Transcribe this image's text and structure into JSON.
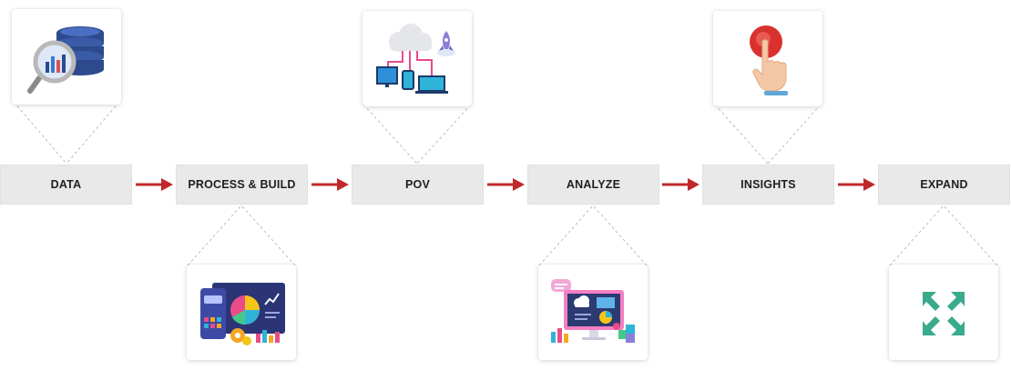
{
  "steps": [
    {
      "label": "DATA"
    },
    {
      "label": "PROCESS & BUILD"
    },
    {
      "label": "POV"
    },
    {
      "label": "ANALYZE"
    },
    {
      "label": "INSIGHTS"
    },
    {
      "label": "EXPAND"
    }
  ],
  "icons": {
    "data": "database-search-icon",
    "process_build": "dashboard-charts-icon",
    "pov": "cloud-network-rocket-icon",
    "analyze": "analytics-monitor-icon",
    "insights": "finger-press-button-icon",
    "expand": "expand-arrows-icon"
  },
  "colors": {
    "arrow": "#c0282b",
    "step_fill": "#e9e9e9",
    "expand_icon": "#3aaa8c"
  }
}
